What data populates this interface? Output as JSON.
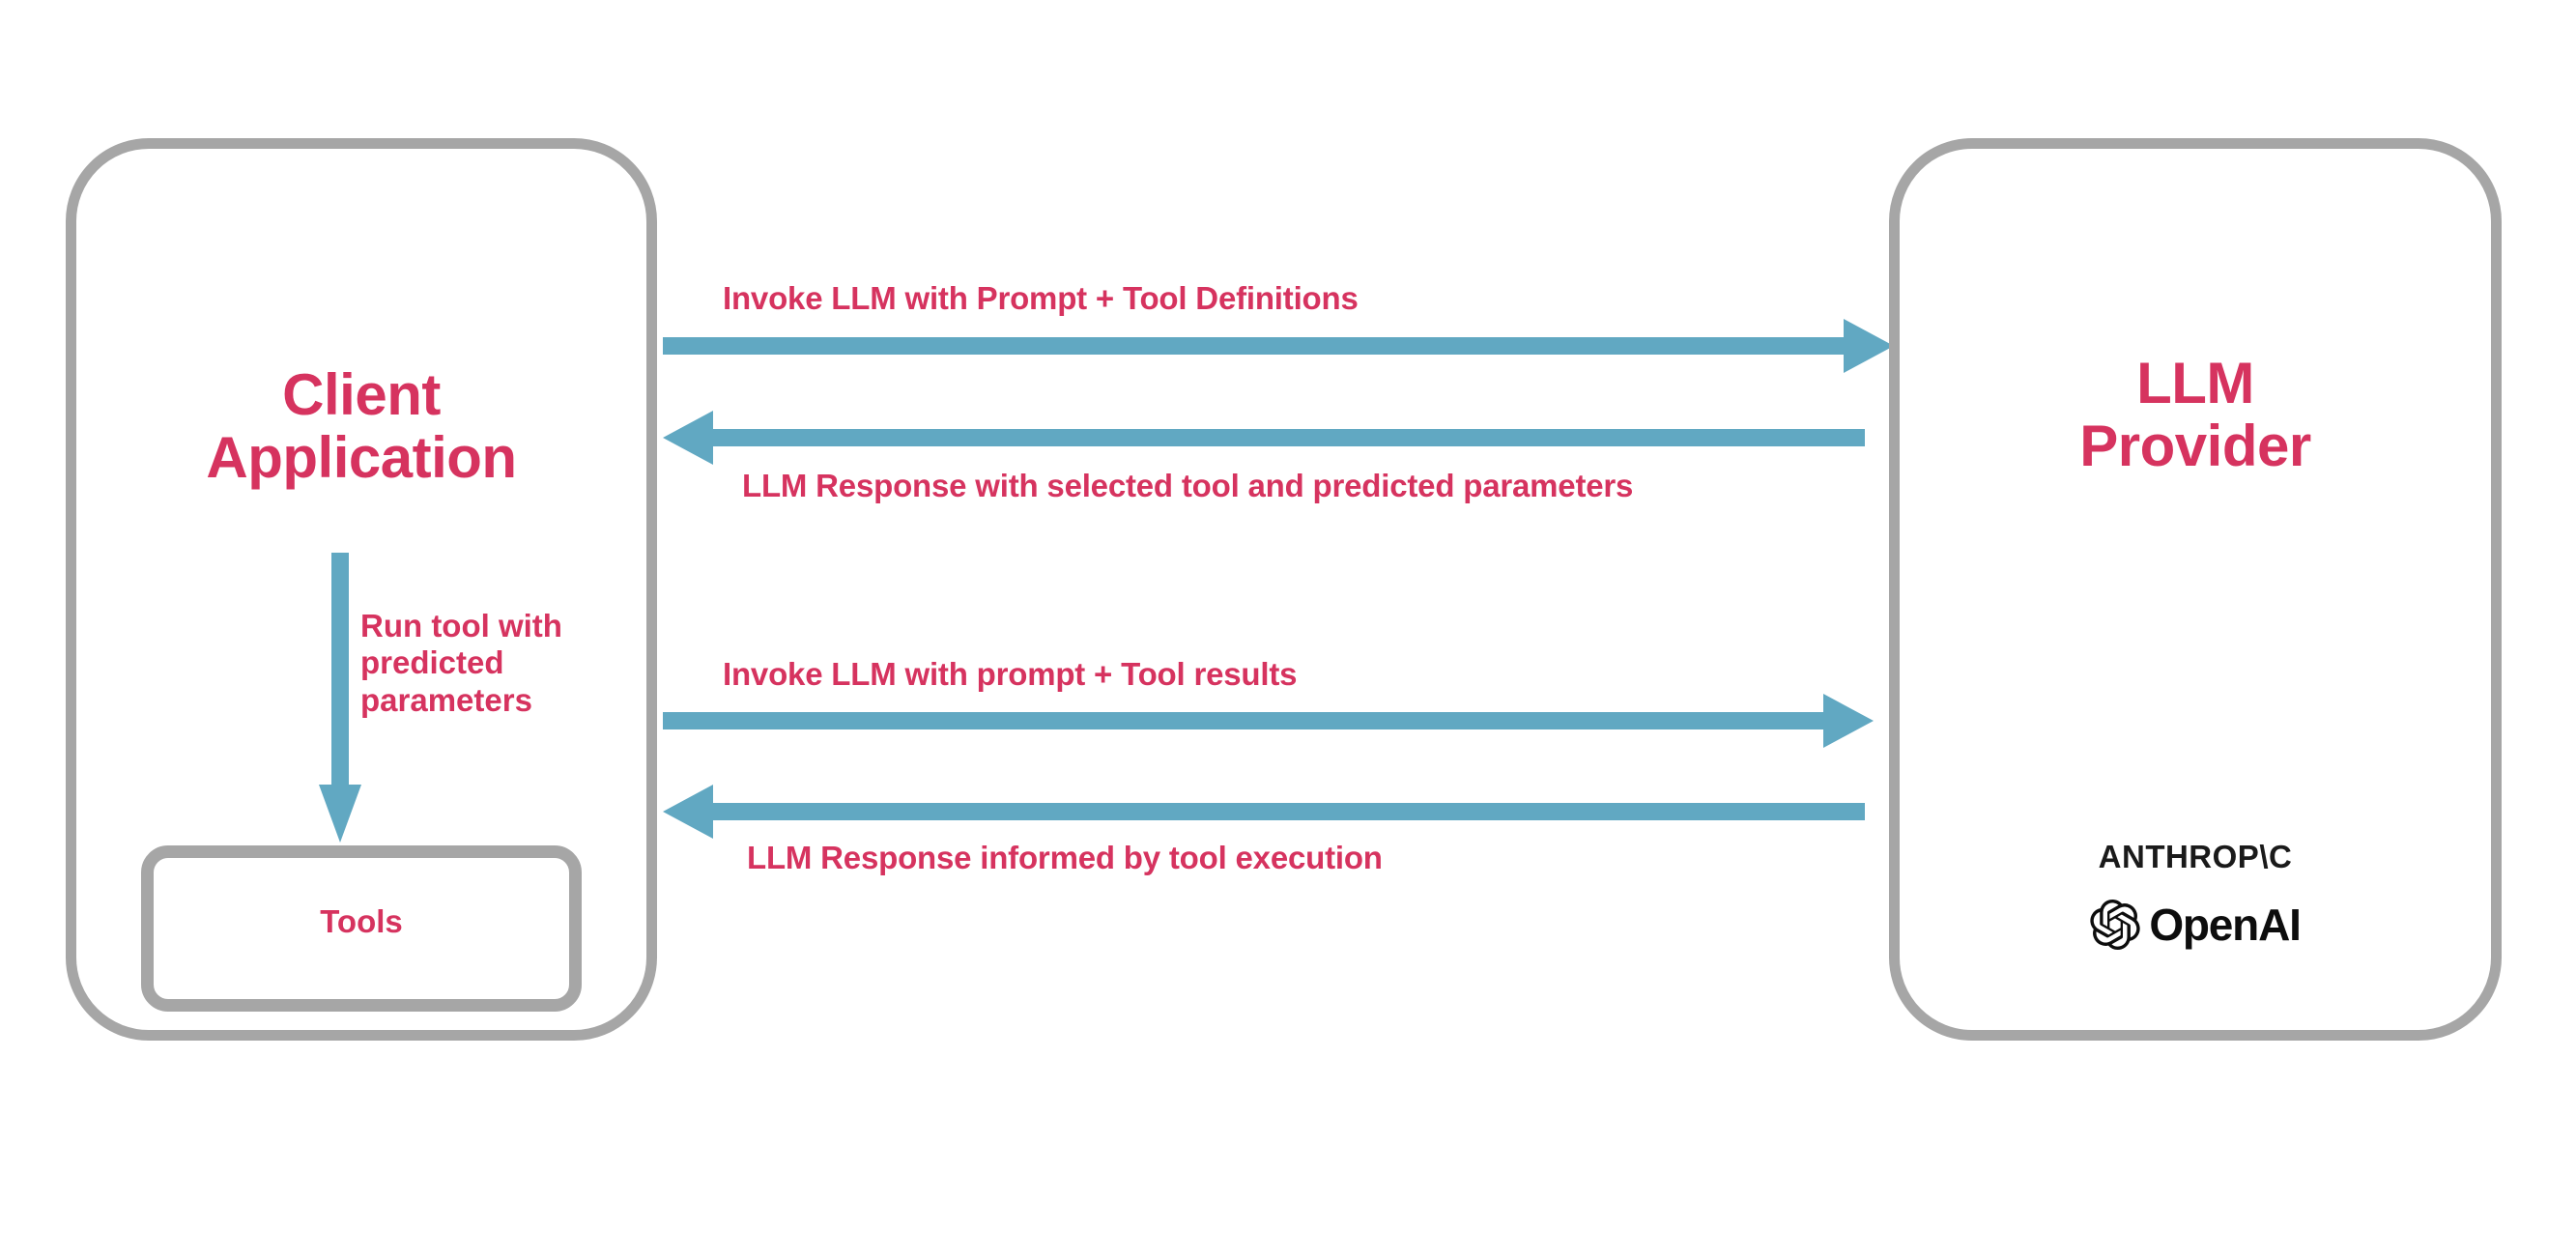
{
  "diagram": {
    "title": "LLM tool-calling sequence between client application and LLM provider",
    "colors": {
      "accent_text": "#d6335f",
      "arrow": "#61a8c2",
      "box_border": "#a6a6a6",
      "background": "#ffffff",
      "logo_text": "#1a1a1a"
    },
    "nodes": {
      "client": {
        "title": "Client\nApplication",
        "inner": {
          "tools_label": "Tools"
        }
      },
      "provider": {
        "title": "LLM\nProvider",
        "brands": {
          "anthropic_wordmark": "ANTHROP\\C",
          "openai_wordmark": "OpenAI",
          "openai_mark_name": "openai-knot-icon"
        }
      }
    },
    "edges": [
      {
        "id": "invoke-1",
        "label": "Invoke LLM with Prompt + Tool Definitions",
        "direction": "right",
        "from": "client",
        "to": "provider"
      },
      {
        "id": "response-1",
        "label": "LLM Response with selected tool and predicted parameters",
        "direction": "left",
        "from": "provider",
        "to": "client"
      },
      {
        "id": "invoke-2",
        "label": "Invoke LLM with prompt + Tool results",
        "direction": "right",
        "from": "client",
        "to": "provider"
      },
      {
        "id": "response-2",
        "label": "LLM Response informed by tool execution",
        "direction": "left",
        "from": "provider",
        "to": "client"
      },
      {
        "id": "run-tool",
        "label": "Run tool with\npredicted\nparameters",
        "direction": "down",
        "from": "client",
        "to": "tools"
      }
    ]
  }
}
